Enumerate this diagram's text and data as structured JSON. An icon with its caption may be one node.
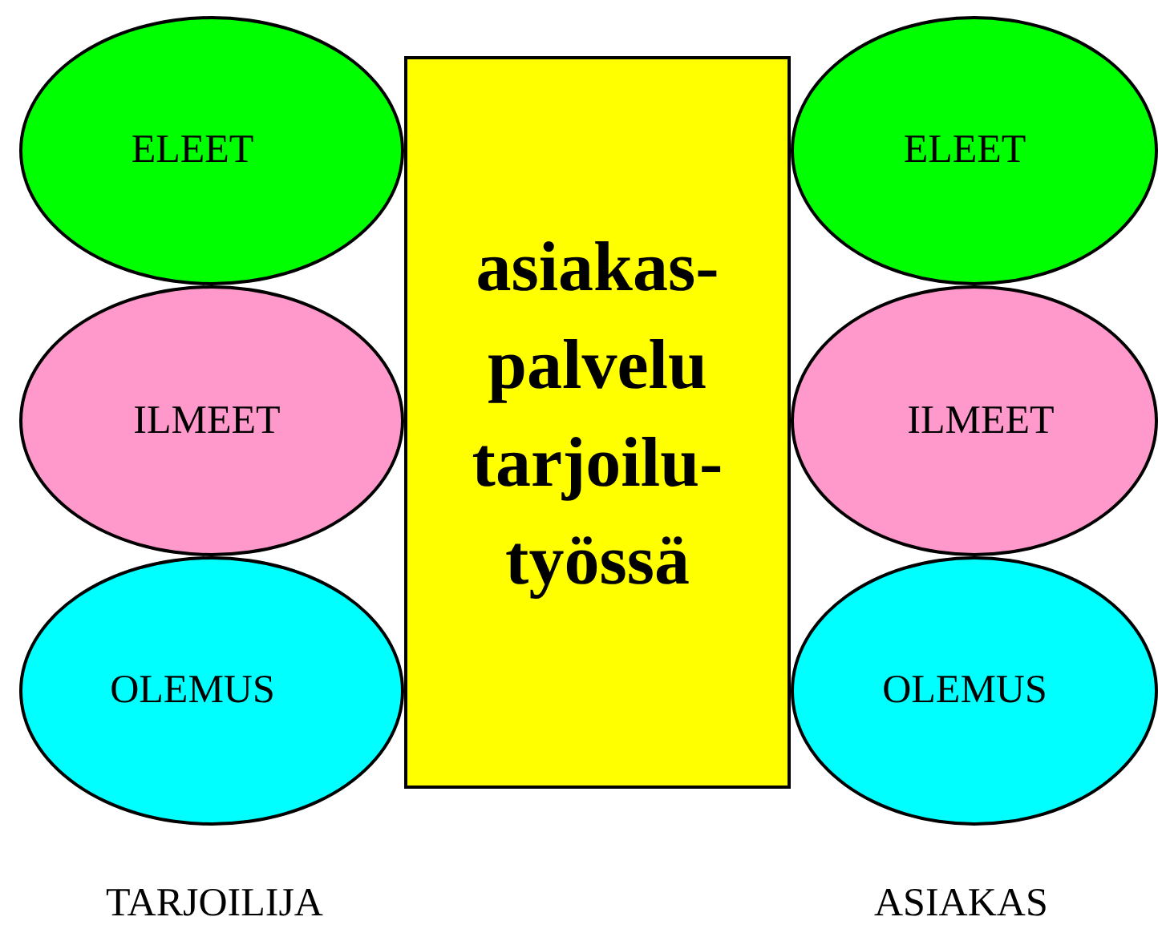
{
  "diagram": {
    "nodes": [
      {
        "text": [
          "ELEET"
        ]
      },
      {
        "text": [
          "ILMEET"
        ]
      },
      {
        "text": [
          "OLEMUS"
        ]
      },
      {
        "text": [
          "asiakas- palvelu tarjoilu- työssä"
        ]
      },
      {
        "text": [
          "ELEET"
        ]
      },
      {
        "text": [
          "ILMEET"
        ]
      },
      {
        "text": [
          "OLEMUS"
        ]
      }
    ],
    "labels": [
      "TARJOILIJA",
      "ASIAKAS"
    ]
  }
}
